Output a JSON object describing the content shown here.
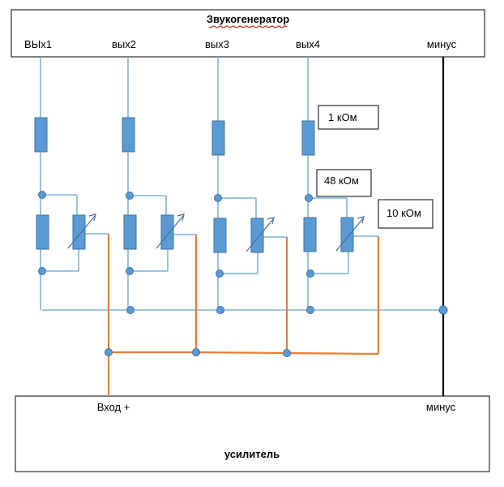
{
  "generator": {
    "title": "Звукогенератор",
    "outputs": [
      "ВЫх1",
      "вых2",
      "вых3",
      "вых4"
    ],
    "minus_label": "минус"
  },
  "amplifier": {
    "title": "усилитель",
    "input_label": "Вход +",
    "minus_label": "минус"
  },
  "callouts": {
    "series_resistor": "1 кОм",
    "shunt_resistor": "48 кОм",
    "potentiometer": "10 кОм"
  },
  "colors": {
    "wire": "#7fb2dd",
    "component": "#5b9bd5",
    "mix_bus": "#ed7d31",
    "ground": "#000000"
  }
}
